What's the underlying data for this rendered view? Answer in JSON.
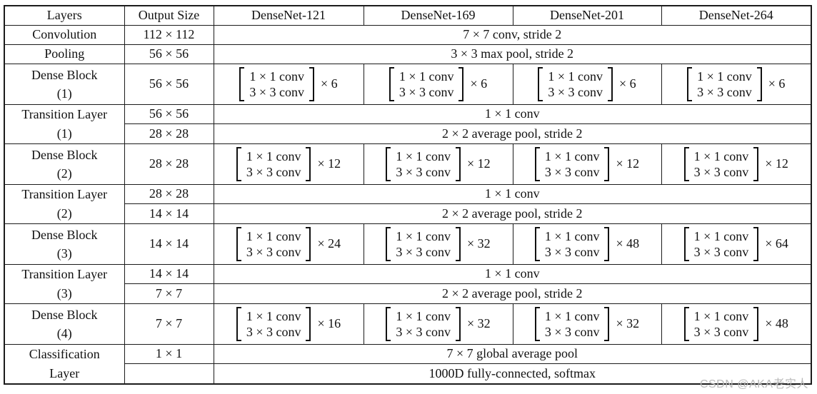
{
  "page": {
    "background": "#ffffff",
    "text_color": "#111111",
    "border_color": "#1b1b1b"
  },
  "table": {
    "columns": [
      "Layers",
      "Output Size",
      "DenseNet-121",
      "DenseNet-169",
      "DenseNet-201",
      "DenseNet-264"
    ],
    "conv_block": {
      "line1": "1 × 1 conv",
      "line2": "3 × 3 conv"
    },
    "rows": {
      "convolution": {
        "layer": "Convolution",
        "output_size": "112 × 112",
        "operation": "7 × 7 conv, stride 2"
      },
      "pooling": {
        "layer": "Pooling",
        "output_size": "56 × 56",
        "operation": "3 × 3 max pool, stride 2"
      },
      "dense_block_1": {
        "layer_line1": "Dense Block",
        "layer_line2": "(1)",
        "output_size": "56 × 56",
        "multipliers": [
          "× 6",
          "× 6",
          "× 6",
          "× 6"
        ]
      },
      "transition_1": {
        "layer_line1": "Transition Layer",
        "layer_line2": "(1)",
        "sub_rows": [
          {
            "output_size": "56 × 56",
            "operation": "1 × 1 conv"
          },
          {
            "output_size": "28 × 28",
            "operation": "2 × 2 average pool, stride 2"
          }
        ]
      },
      "dense_block_2": {
        "layer_line1": "Dense Block",
        "layer_line2": "(2)",
        "output_size": "28 × 28",
        "multipliers": [
          "× 12",
          "× 12",
          "× 12",
          "× 12"
        ]
      },
      "transition_2": {
        "layer_line1": "Transition Layer",
        "layer_line2": "(2)",
        "sub_rows": [
          {
            "output_size": "28 × 28",
            "operation": "1 × 1 conv"
          },
          {
            "output_size": "14 × 14",
            "operation": "2 × 2 average pool, stride 2"
          }
        ]
      },
      "dense_block_3": {
        "layer_line1": "Dense Block",
        "layer_line2": "(3)",
        "output_size": "14 × 14",
        "multipliers": [
          "× 24",
          "× 32",
          "× 48",
          "× 64"
        ]
      },
      "transition_3": {
        "layer_line1": "Transition Layer",
        "layer_line2": "(3)",
        "sub_rows": [
          {
            "output_size": "14 × 14",
            "operation": "1 × 1 conv"
          },
          {
            "output_size": "7 × 7",
            "operation": "2 × 2 average pool, stride 2"
          }
        ]
      },
      "dense_block_4": {
        "layer_line1": "Dense Block",
        "layer_line2": "(4)",
        "output_size": "7 × 7",
        "multipliers": [
          "× 16",
          "× 32",
          "× 32",
          "× 48"
        ]
      },
      "classification": {
        "layer_line1": "Classification",
        "layer_line2": "Layer",
        "sub_rows": [
          {
            "output_size": "1 × 1",
            "operation": "7 × 7 global average pool"
          },
          {
            "output_size": "",
            "operation": "1000D fully-connected, softmax"
          }
        ]
      }
    }
  },
  "watermark": {
    "text": "CSDN @AKA老实人",
    "color": "#b9b9b9"
  }
}
